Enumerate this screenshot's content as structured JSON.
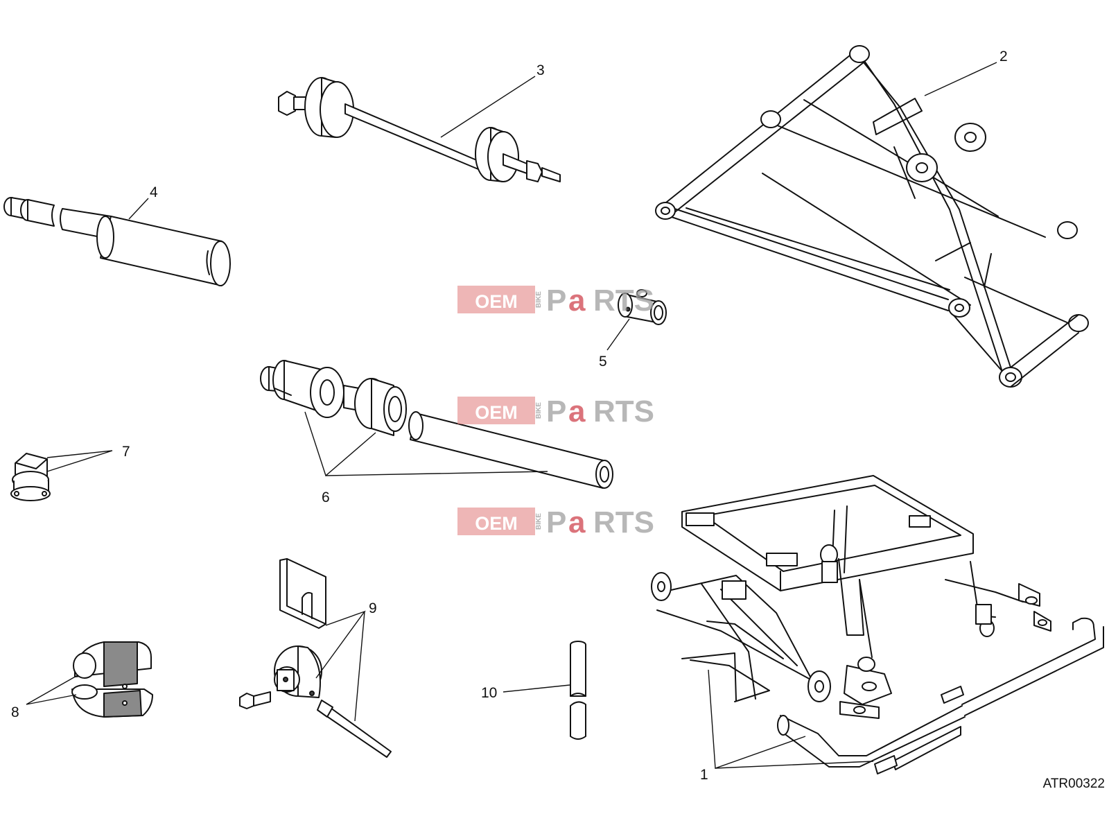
{
  "diagram": {
    "reference_code": "ATR00322",
    "callouts": [
      "1",
      "2",
      "3",
      "4",
      "5",
      "6",
      "7",
      "8",
      "9",
      "10"
    ]
  },
  "watermark": {
    "oem": "OEM",
    "bike": "BIKE",
    "parts_p": "P",
    "parts_a": "a",
    "parts_rest": "RTS",
    "brand_color": "#e07a7a"
  }
}
